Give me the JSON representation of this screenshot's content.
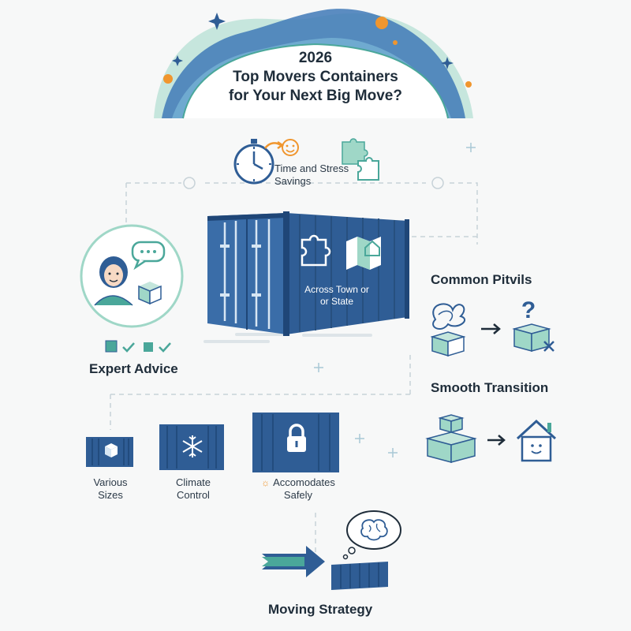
{
  "title": {
    "year": "2026",
    "line1": "Top Movers Containers",
    "line2": "for Your Next Big Move?"
  },
  "time_savings": {
    "line1": "Time and Stress",
    "line2": "Savings"
  },
  "main_container": {
    "line1": "Across Town or",
    "line2": "or State"
  },
  "expert_advice": {
    "label": "Expert Advice"
  },
  "common_pitfalls": {
    "label": "Common Pitvils"
  },
  "smooth_transition": {
    "label": "Smooth Transition"
  },
  "features": [
    {
      "line1": "Various",
      "line2": "Sizes",
      "icon": "box-icon"
    },
    {
      "line1": "Climate",
      "line2": "Control",
      "icon": "snowflake-icon"
    },
    {
      "line1": "Accomodates",
      "line2": "Safely",
      "icon": "lock-icon"
    }
  ],
  "moving_strategy": {
    "label": "Moving Strategy"
  },
  "colors": {
    "navy": "#2f5d95",
    "navy_dark": "#1f4677",
    "teal": "#4aa79a",
    "mint": "#9fd7c7",
    "orange": "#f0962e",
    "text": "#1f2d3a"
  }
}
